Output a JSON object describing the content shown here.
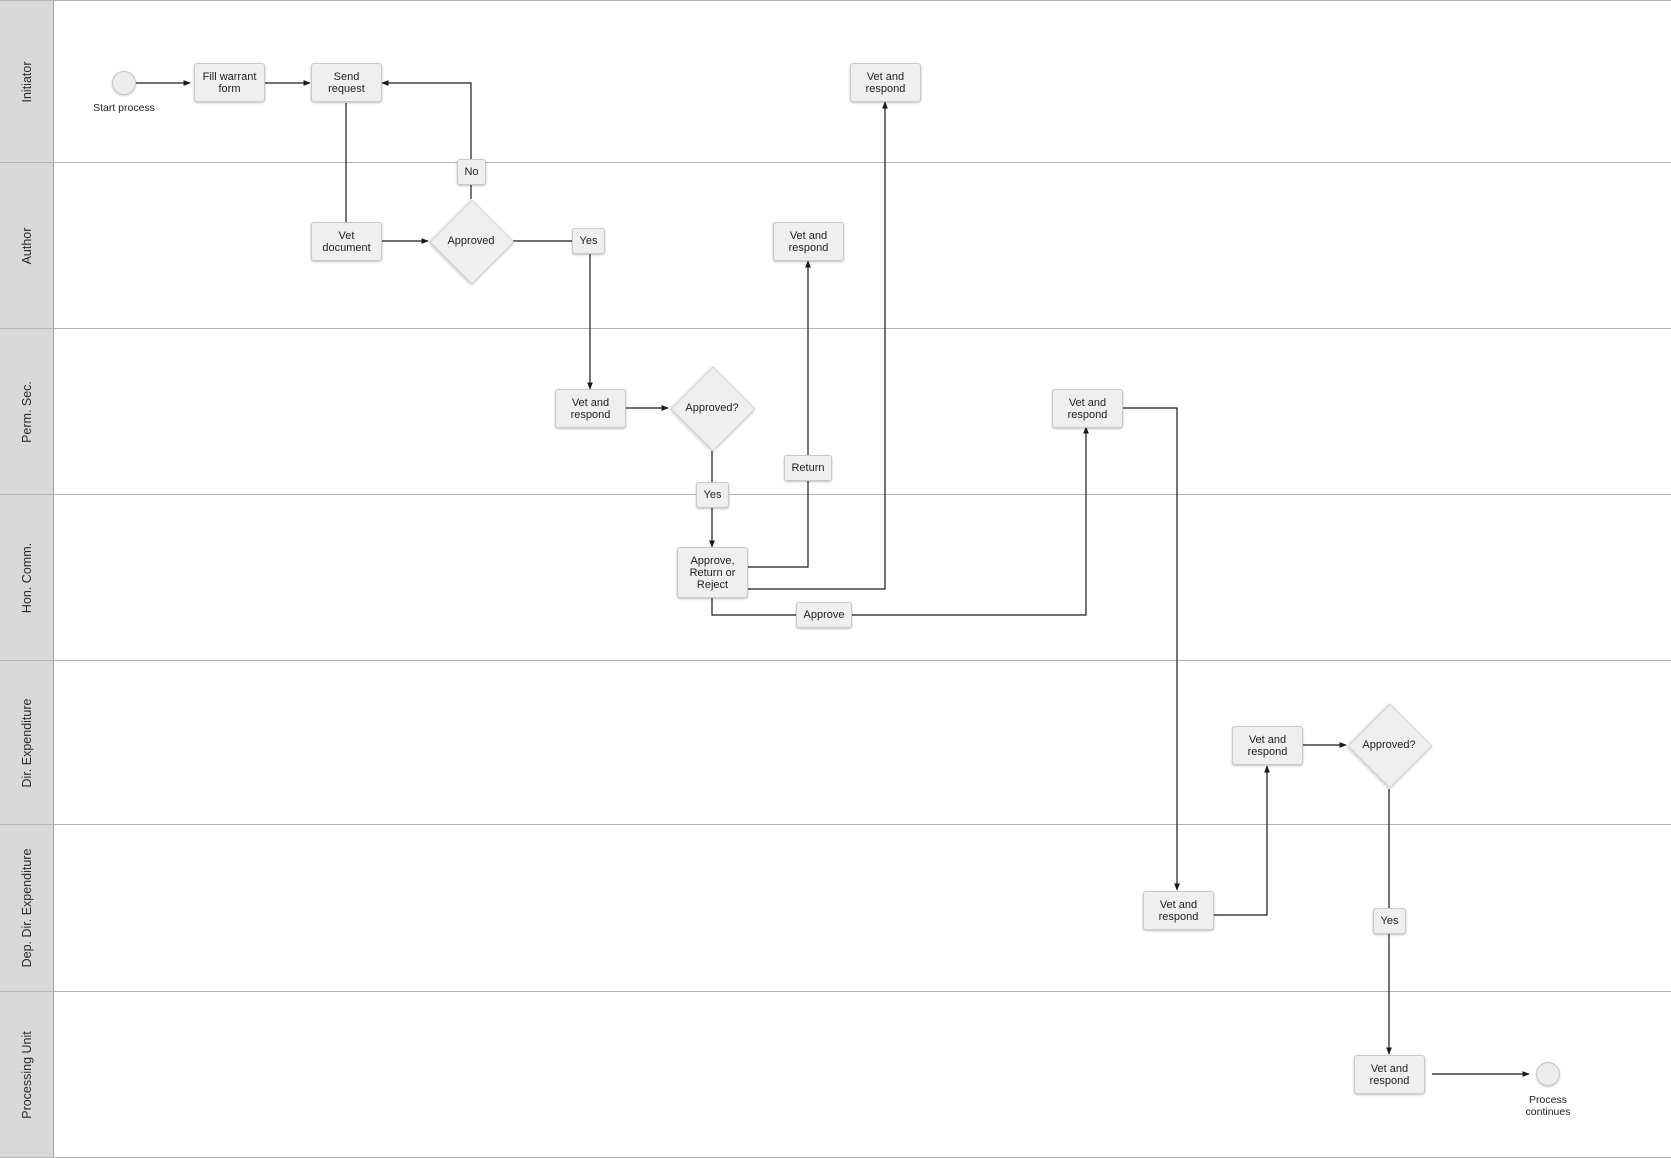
{
  "lanes": [
    {
      "label": "Initiator"
    },
    {
      "label": "Author"
    },
    {
      "label": "Perm. Sec."
    },
    {
      "label": "Hon. Comm."
    },
    {
      "label": "Dir. Expenditure"
    },
    {
      "label": "Dep. Dir. Expenditure"
    },
    {
      "label": "Processing Unit"
    }
  ],
  "start": {
    "caption": "Start process"
  },
  "end": {
    "caption": "Process\ncontinues"
  },
  "nodes": {
    "fill_warrant": "Fill warrant\nform",
    "send_request": "Send\nrequest",
    "initiator_vet": "Vet and\nrespond",
    "vet_document": "Vet\ndocument",
    "author_vet": "Vet and\nrespond",
    "permsec_vet_1": "Vet and\nrespond",
    "permsec_vet_2": "Vet and\nrespond",
    "hon_decision": "Approve,\nReturn or\nReject",
    "dir_vet": "Vet and\nrespond",
    "dep_dir_vet": "Vet and\nrespond",
    "processing_vet": "Vet and\nrespond"
  },
  "decisions": {
    "author_approved": "Approved",
    "permsec_approved": "Approved?",
    "dir_approved": "Approved?"
  },
  "edge_labels": {
    "no": "No",
    "yes_author": "Yes",
    "yes_permsec": "Yes",
    "return": "Return",
    "approve": "Approve",
    "yes_dir": "Yes"
  },
  "colors": {
    "lane_header": "#d9d9d9",
    "node_fill": "#efefef",
    "edge": "#1a1a1a"
  }
}
